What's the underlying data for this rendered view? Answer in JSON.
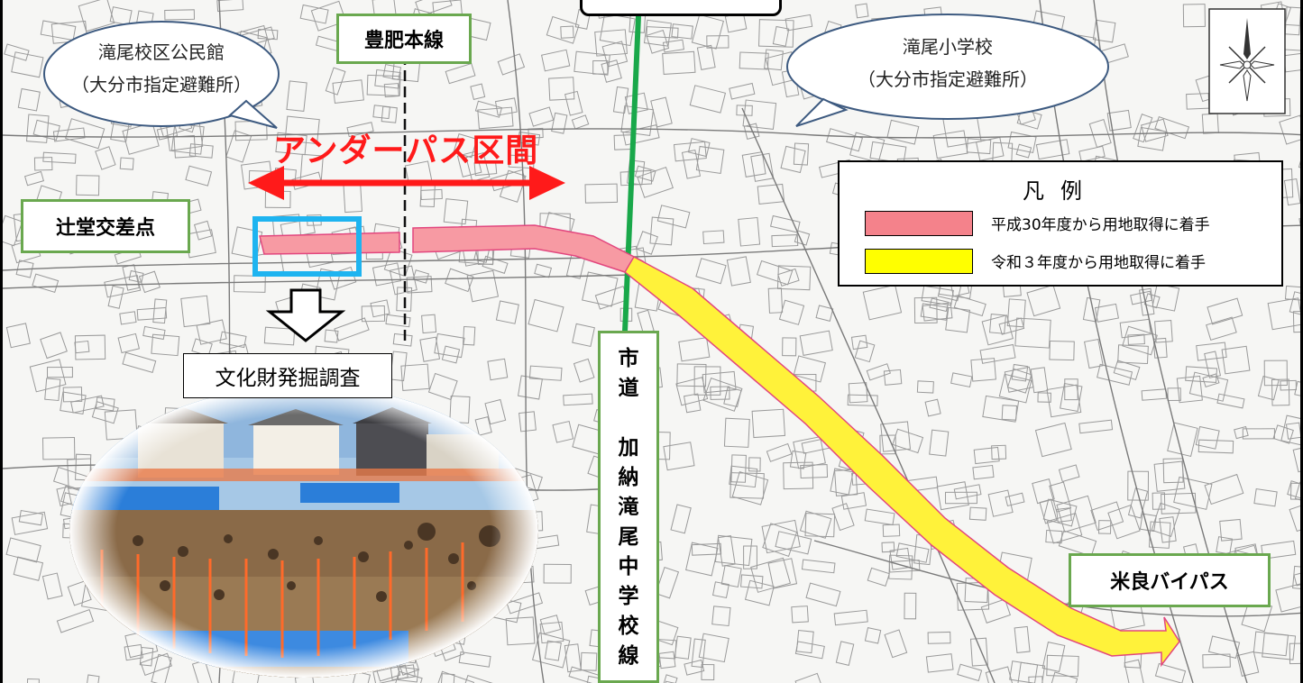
{
  "labels": {
    "kominkan_line1": "滝尾校区公民館",
    "kominkan_line2": "（大分市指定避難所）",
    "school_line1": "滝尾小学校",
    "school_line2": "（大分市指定避難所）",
    "hohi_line": "豊肥本線",
    "tsujido": "辻堂交差点",
    "underpass": "アンダーパス区間",
    "excavation": "文化財発掘調査",
    "mera_bypass": "米良バイパス",
    "city_road_chars": [
      "市",
      "道",
      " ",
      "加",
      "納",
      "滝",
      "尾",
      "中",
      "学",
      "校",
      "線"
    ]
  },
  "legend": {
    "title": "凡例",
    "items": [
      {
        "color": "#f4828b",
        "text": "平成30年度から用地取得に着手"
      },
      {
        "color": "#ffff00",
        "text": "令和３年度から用地取得に着手"
      }
    ]
  },
  "colors": {
    "phase1_route": "#f79aa3",
    "phase2_route": "#fff23a",
    "underpass_arrow": "#ff1a1a",
    "city_road": "#19a84a",
    "highlight_box": "#1eb4f0",
    "label_border": "#6aa84f",
    "callout_border": "#3d5a80"
  },
  "icons": {
    "compass": "compass-rose-icon",
    "down_arrow": "hollow-down-arrow-icon"
  }
}
